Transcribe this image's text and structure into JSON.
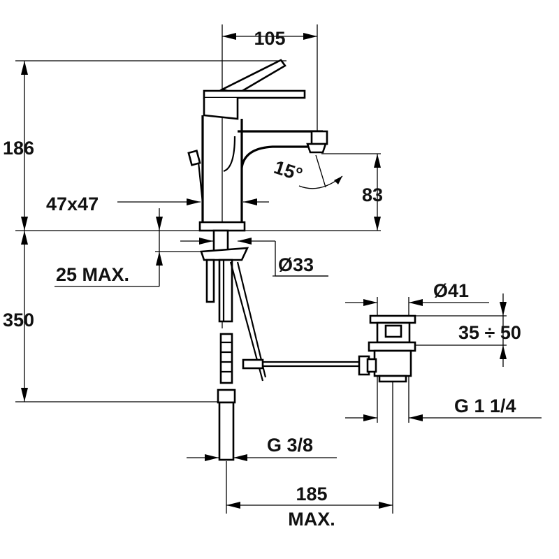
{
  "diagram": {
    "dimensions": {
      "width_105": "105",
      "height_186": "186",
      "angle_15": "15°",
      "spout_83": "83",
      "body_47x47": "47x47",
      "deck_25max": "25 MAX.",
      "hole_33": "Ø33",
      "below_350": "350",
      "drain_41": "Ø41",
      "drain_35_50": "35 ÷ 50",
      "drain_thread": "G 1 1/4",
      "supply_thread": "G 3/8",
      "offset_185": "185",
      "offset_max": "MAX."
    }
  }
}
